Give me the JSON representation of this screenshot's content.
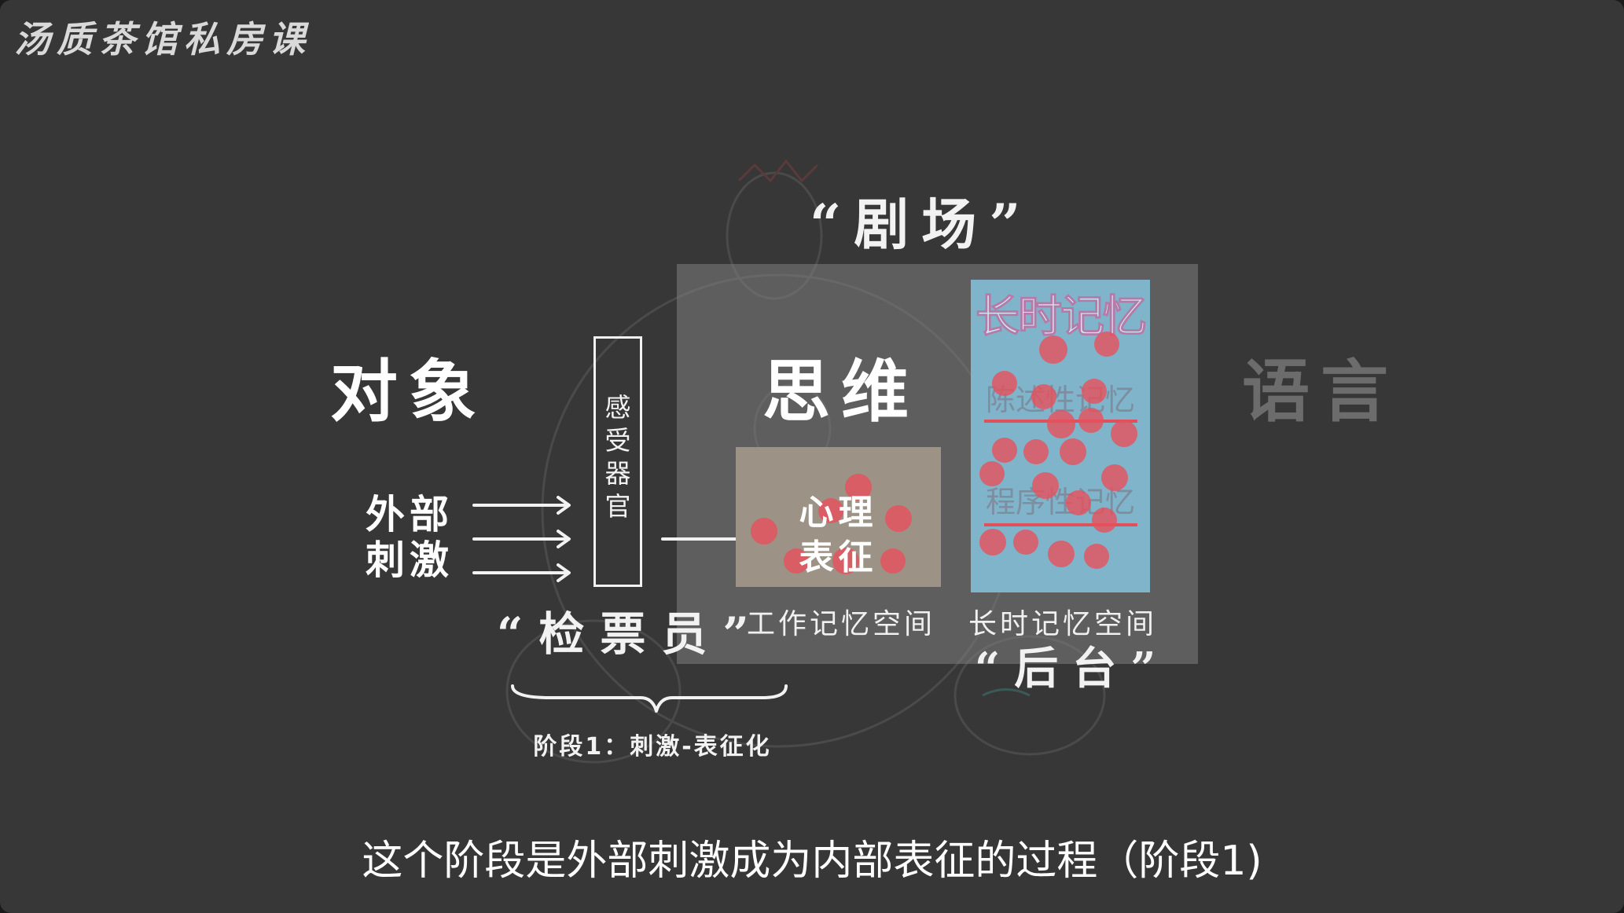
{
  "watermark": "汤质茶馆私房课",
  "labels": {
    "theater": "“剧场”",
    "object": "对象",
    "thinking": "思维",
    "language": "语言",
    "stimulus_line1": "外部",
    "stimulus_line2": "刺激",
    "sensor": "感受器官",
    "ticket_checker": "“检票员”",
    "psych_line1": "心理",
    "psych_line2": "表征",
    "working_memory": "工作记忆空间",
    "long_term_title": "长时记忆",
    "declarative": "陈述性记忆",
    "procedural": "程序性记忆",
    "long_term_space": "长时记忆空间",
    "backstage": "“后台”",
    "stage1": "阶段1：刺激-表征化"
  },
  "subtitle": "这个阶段是外部刺激成为内部表征的过程（阶段1)",
  "colors": {
    "background": "#373737",
    "theater_box": "#7a7a7a",
    "working_memory_box": "#9c9386",
    "long_term_box": "#7fb4cb",
    "dots": "#e8505b",
    "faded_text": "#6c6c6c"
  }
}
